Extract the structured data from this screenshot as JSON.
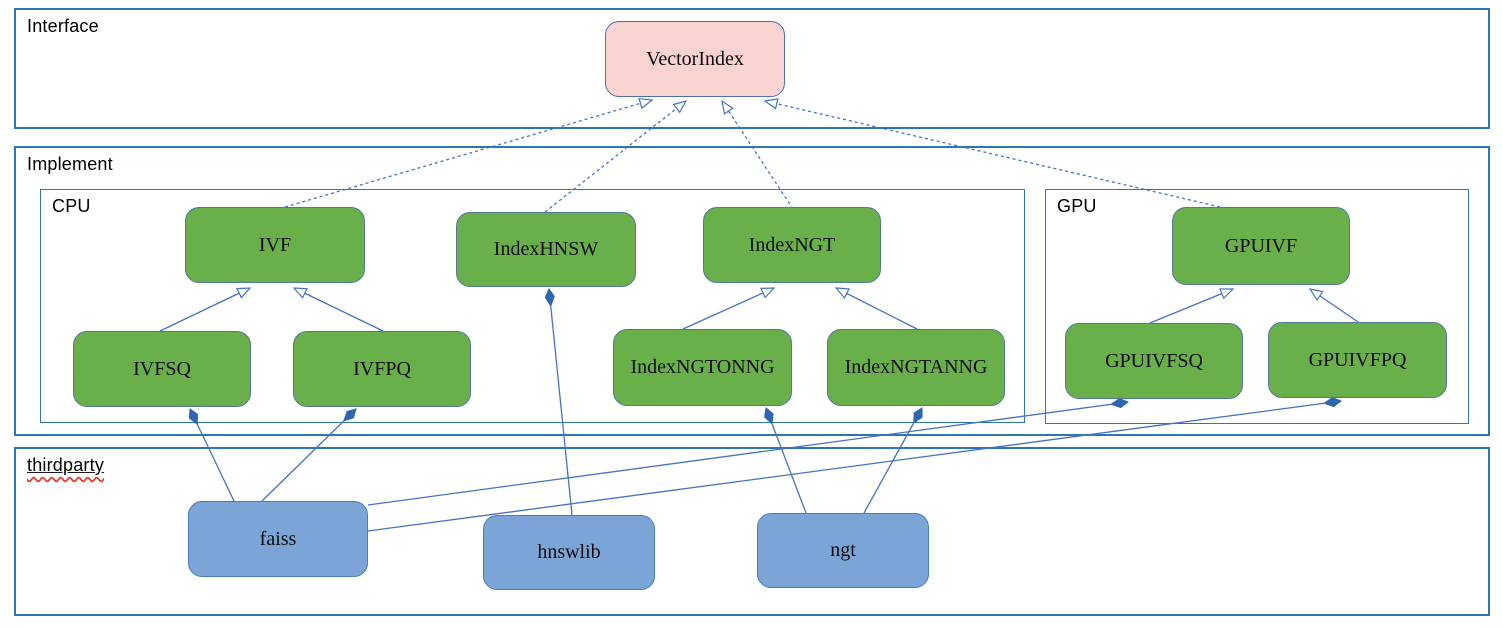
{
  "diagram_type": "uml-architecture-diagram",
  "containers": {
    "interface": {
      "label": "Interface"
    },
    "implement": {
      "label": "Implement"
    },
    "cpu": {
      "label": "CPU"
    },
    "gpu": {
      "label": "GPU"
    },
    "thirdparty": {
      "label": "thirdparty",
      "spellcheck_underline": true
    }
  },
  "nodes": {
    "vectorindex": {
      "label": "VectorIndex",
      "group": "interface",
      "fill": "#f9d3d0"
    },
    "ivf": {
      "label": "IVF",
      "group": "cpu",
      "fill": "#6ab04a"
    },
    "indexhnsw": {
      "label": "IndexHNSW",
      "group": "cpu",
      "fill": "#6ab04a"
    },
    "indexngt": {
      "label": "IndexNGT",
      "group": "cpu",
      "fill": "#6ab04a"
    },
    "ivfsq": {
      "label": "IVFSQ",
      "group": "cpu",
      "fill": "#6ab04a"
    },
    "ivfpq": {
      "label": "IVFPQ",
      "group": "cpu",
      "fill": "#6ab04a"
    },
    "indexngtonng": {
      "label": "IndexNGTONNG",
      "group": "cpu",
      "fill": "#6ab04a"
    },
    "indexngtanng": {
      "label": "IndexNGTANNG",
      "group": "cpu",
      "fill": "#6ab04a"
    },
    "gpuivf": {
      "label": "GPUIVF",
      "group": "gpu",
      "fill": "#6ab04a"
    },
    "gpuivfsq": {
      "label": "GPUIVFSQ",
      "group": "gpu",
      "fill": "#6ab04a"
    },
    "gpuivfpq": {
      "label": "GPUIVFPQ",
      "group": "gpu",
      "fill": "#6ab04a"
    },
    "faiss": {
      "label": "faiss",
      "group": "thirdparty",
      "fill": "#7ba5d6"
    },
    "hnswlib": {
      "label": "hnswlib",
      "group": "thirdparty",
      "fill": "#7ba5d6"
    },
    "ngt": {
      "label": "ngt",
      "group": "thirdparty",
      "fill": "#7ba5d6"
    }
  },
  "edges": {
    "realization_dashed_hollow_triangle": [
      {
        "from": "IVF",
        "to": "VectorIndex"
      },
      {
        "from": "IndexHNSW",
        "to": "VectorIndex"
      },
      {
        "from": "IndexNGT",
        "to": "VectorIndex"
      },
      {
        "from": "GPUIVF",
        "to": "VectorIndex"
      }
    ],
    "inheritance_solid_hollow_triangle": [
      {
        "from": "IVFSQ",
        "to": "IVF"
      },
      {
        "from": "IVFPQ",
        "to": "IVF"
      },
      {
        "from": "IndexNGTONNG",
        "to": "IndexNGT"
      },
      {
        "from": "IndexNGTANNG",
        "to": "IndexNGT"
      },
      {
        "from": "GPUIVFSQ",
        "to": "GPUIVF"
      },
      {
        "from": "GPUIVFPQ",
        "to": "GPUIVF"
      }
    ],
    "composition_solid_filled_diamond": [
      {
        "component": "faiss",
        "whole": "IVFSQ"
      },
      {
        "component": "faiss",
        "whole": "IVFPQ"
      },
      {
        "component": "faiss",
        "whole": "GPUIVFSQ"
      },
      {
        "component": "faiss",
        "whole": "GPUIVFPQ"
      },
      {
        "component": "hnswlib",
        "whole": "IndexHNSW"
      },
      {
        "component": "ngt",
        "whole": "IndexNGTONNG"
      },
      {
        "component": "ngt",
        "whole": "IndexNGTANNG"
      }
    ]
  },
  "colors": {
    "container_border": "#2e75b6",
    "green_node_fill": "#6ab04a",
    "pink_node_fill": "#f9d3d0",
    "blue_node_fill": "#7ba5d6",
    "edge_stroke": "#4472c4",
    "diamond_fill": "#2e67b1",
    "spellcheck_squiggle": "#e03c31"
  }
}
